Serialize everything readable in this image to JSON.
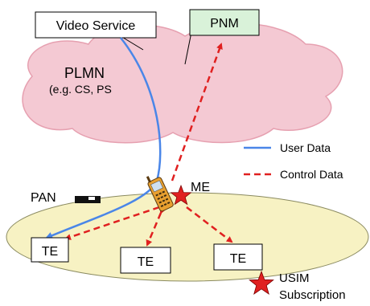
{
  "nodes": {
    "video_service": "Video Service",
    "pnm": "PNM",
    "plmn": "PLMN",
    "plmn_sub": "(e.g. CS, PS",
    "pan": "PAN",
    "me": "ME",
    "te1": "TE",
    "te2": "TE",
    "te3": "TE"
  },
  "legend": {
    "user_data": "User Data",
    "control_data": "Control Data",
    "usim_line1": "USIM",
    "usim_line2": "Subscription"
  },
  "colors": {
    "cloud_fill": "#f4c9d3",
    "cloud_stroke": "#e6a0b0",
    "pnm_fill": "#d9f2d9",
    "pan_fill": "#f7f2c3",
    "user_data": "#4a86e8",
    "control_data": "#e02020",
    "star": "#e02020"
  }
}
